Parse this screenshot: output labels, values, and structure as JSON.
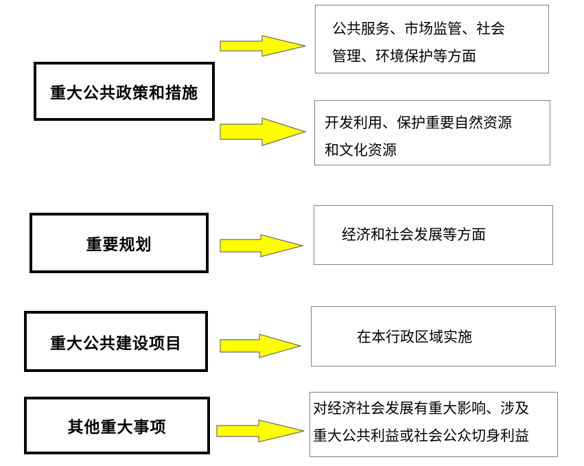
{
  "colors": {
    "arrow_fill": "#ffff00",
    "box_border": "#000000",
    "desc_border": "#7f7f7f"
  },
  "categories": [
    {
      "label": "重大公共政策和措施",
      "details": [
        [
          "公共服务、市场监管、社会",
          "管理、环境保护等方面"
        ],
        [
          "开发利用、保护重要自然资源",
          "和文化资源"
        ]
      ]
    },
    {
      "label": "重要规划",
      "details": [
        [
          "经济和社会发展等方面"
        ]
      ]
    },
    {
      "label": "重大公共建设项目",
      "details": [
        [
          "在本行政区域实施"
        ]
      ]
    },
    {
      "label": "其他重大事项",
      "details": [
        [
          "对经济社会发展有重大影响、涉及",
          "重大公共利益或社会公众切身利益"
        ]
      ]
    }
  ]
}
